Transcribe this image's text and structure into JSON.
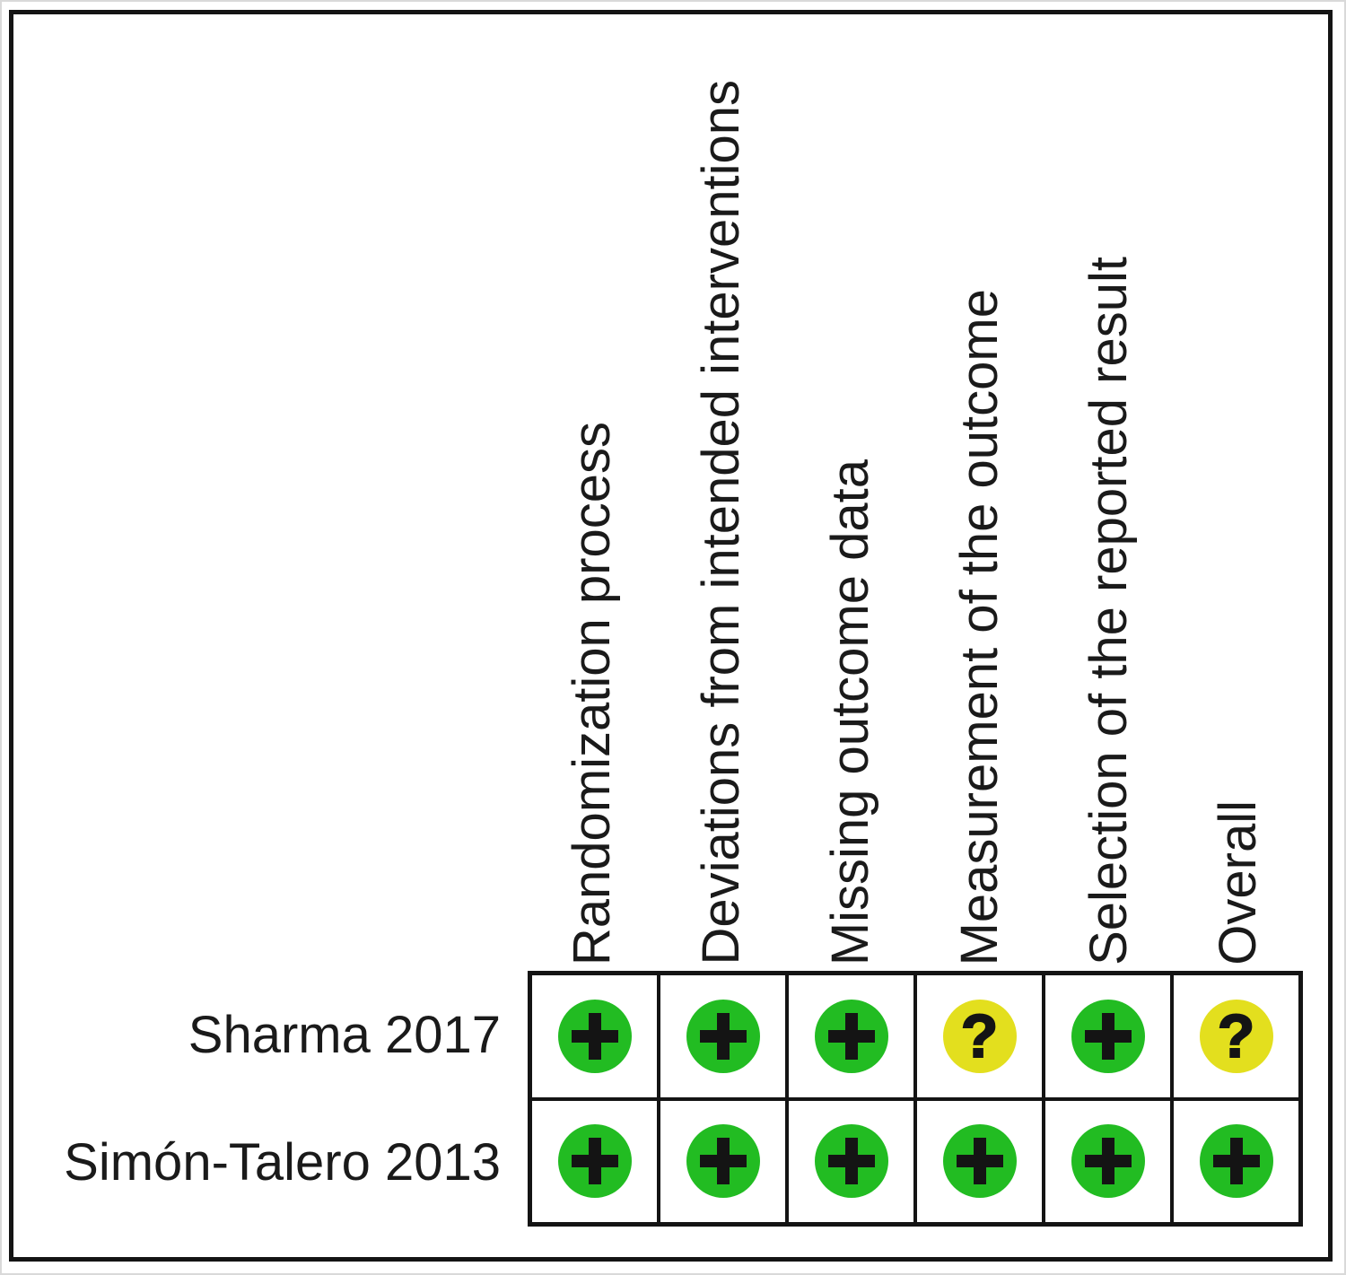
{
  "chart_data": {
    "type": "heatmap",
    "title": "",
    "columns": [
      "Randomization process",
      "Deviations from intended interventions",
      "Missing outcome data",
      "Measurement of the outcome",
      "Selection of the reported result",
      "Overall"
    ],
    "rows": [
      "Sharma 2017",
      "Simón-Talero 2013"
    ],
    "values": [
      [
        "+",
        "+",
        "+",
        "?",
        "+",
        "?"
      ],
      [
        "+",
        "+",
        "+",
        "+",
        "+",
        "+"
      ]
    ],
    "cell_colors": {
      "+": "#22BC22",
      "?": "#E3DF1E"
    },
    "symbol_color": "#141414",
    "grid_color": "#141414",
    "legend": "none",
    "layout": "risk-of-bias traffic light table, column headers rotated 90deg"
  }
}
